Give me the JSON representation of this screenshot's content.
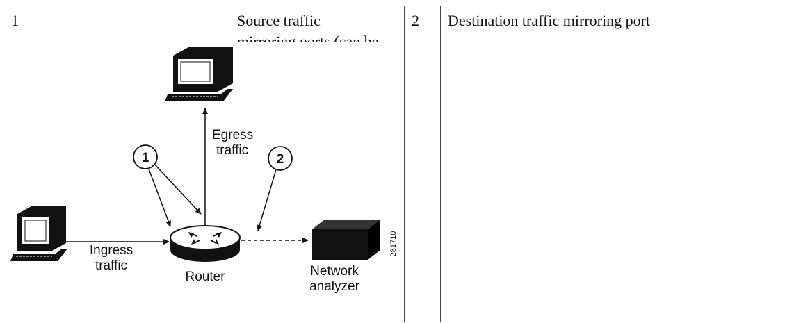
{
  "table": {
    "row": {
      "col1_number": "1",
      "col2_text_line1": "Source traffic",
      "col2_text_line2": "mirroring ports (can be",
      "col3_number": "2",
      "col4_text": "Destination traffic mirroring port"
    }
  },
  "diagram": {
    "callout_1": "1",
    "callout_2": "2",
    "egress_label_line1": "Egress",
    "egress_label_line2": "traffic",
    "ingress_label_line1": "Ingress",
    "ingress_label_line2": "traffic",
    "router_label": "Router",
    "analyzer_label_line1": "Network",
    "analyzer_label_line2": "analyzer",
    "figure_id": "281710",
    "icons": [
      "top-computer-icon",
      "left-computer-icon",
      "router-icon",
      "network-analyzer-icon"
    ]
  }
}
